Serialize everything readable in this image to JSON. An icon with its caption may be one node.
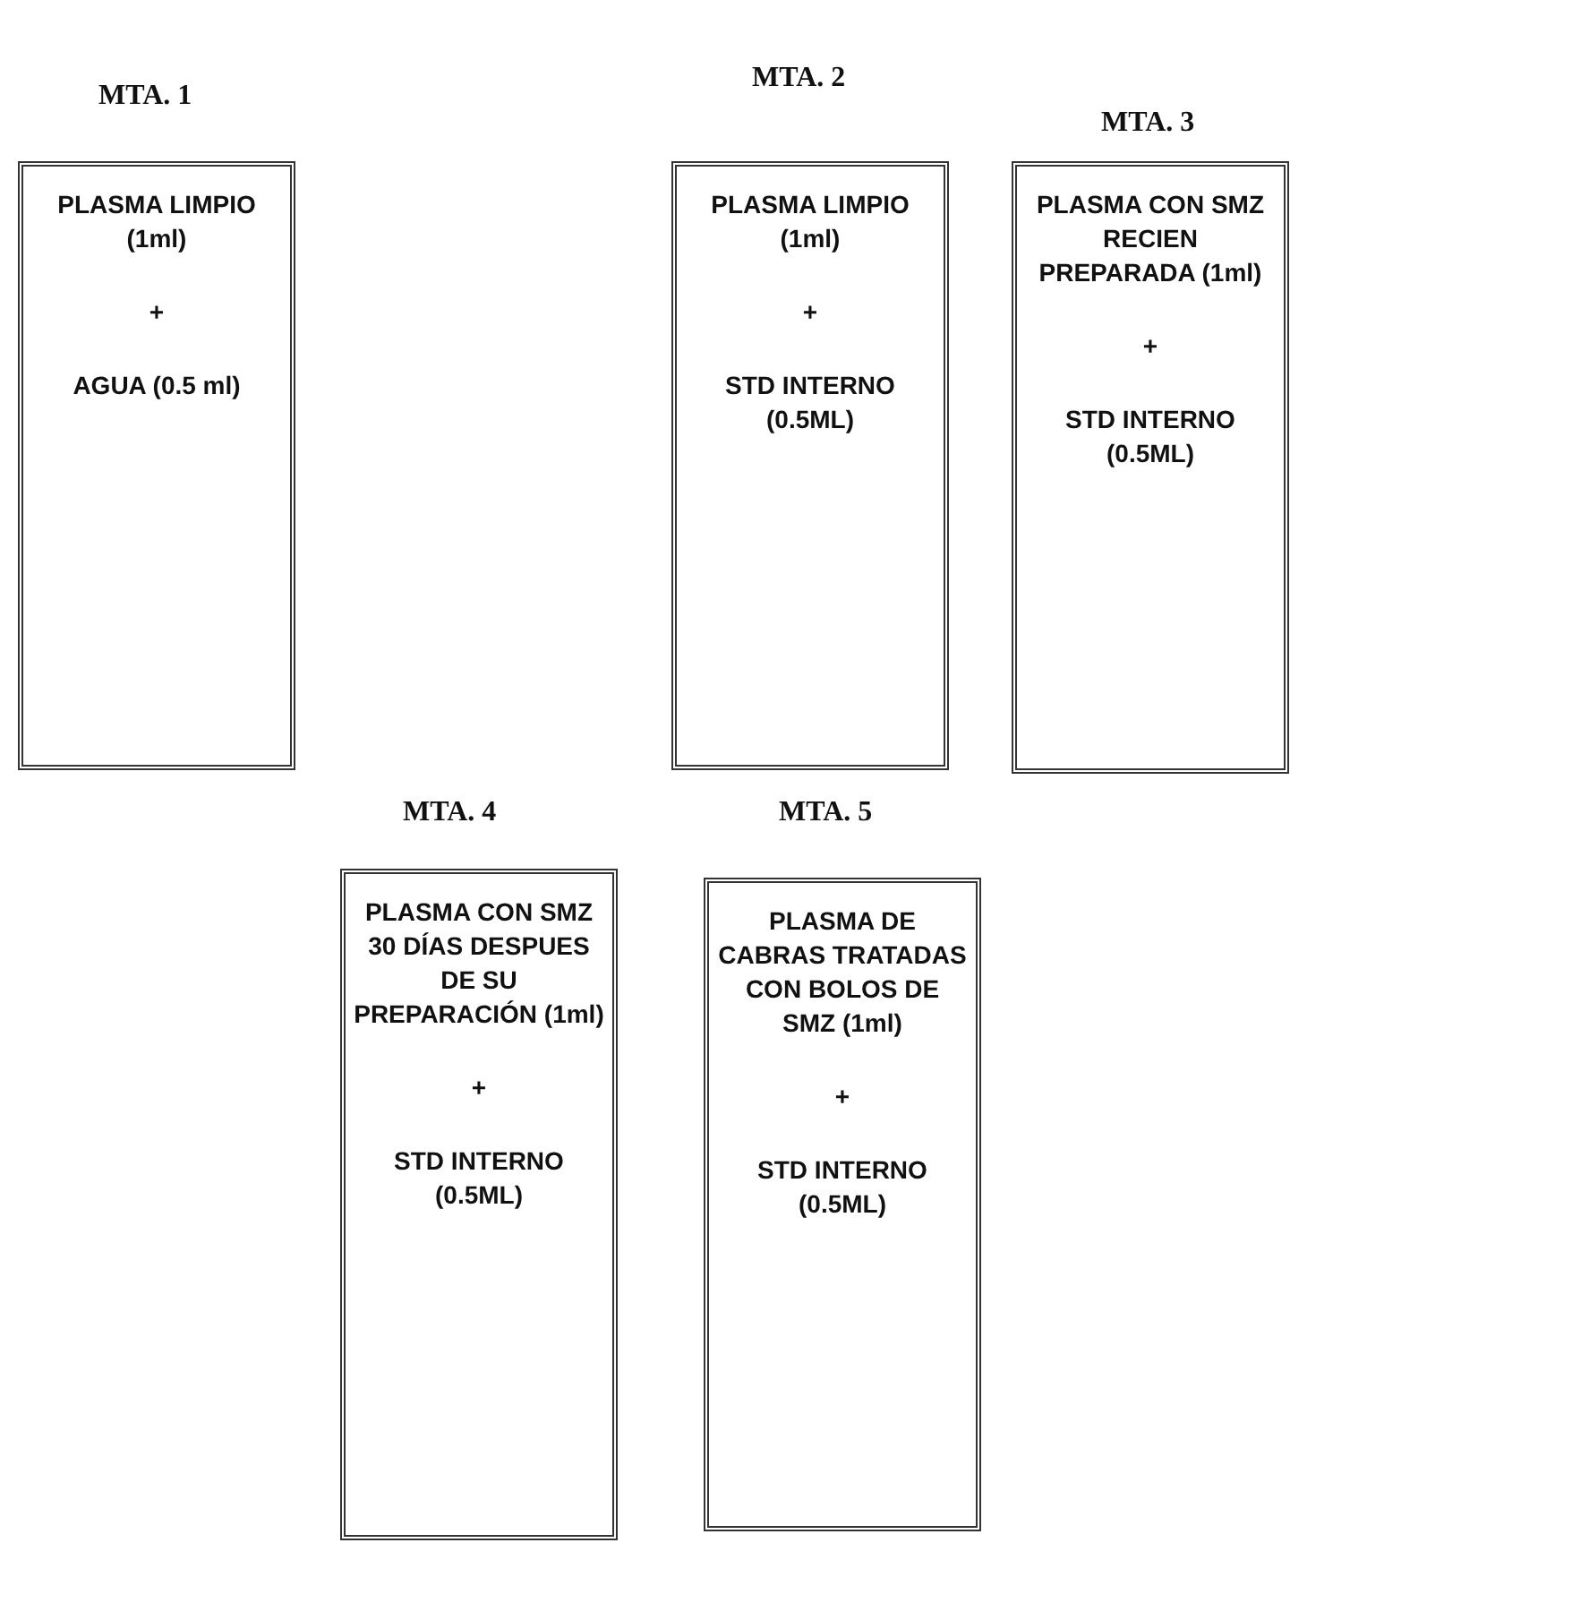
{
  "diagram": {
    "nodes": [
      {
        "text": [
          "MTA. 1",
          "PLASMA LIMPIO (1ml)",
          "+",
          "AGUA (0.5 ml)"
        ]
      },
      {
        "text": [
          "MTA. 2",
          "PLASMA LIMPIO (1ml)",
          "+",
          "STD INTERNO (0.5ML)"
        ]
      },
      {
        "text": [
          "MTA. 3",
          "PLASMA CON SMZ RECIEN PREPARADA (1ml)",
          "+",
          "STD INTERNO (0.5ML)"
        ]
      },
      {
        "text": [
          "MTA. 4",
          "PLASMA CON SMZ 30 DÍAS DESPUES DE SU PREPARACIÓN (1ml)",
          "+",
          "STD INTERNO (0.5ML)"
        ]
      },
      {
        "text": [
          "MTA. 5",
          "PLASMA DE CABRAS TRATADAS CON BOLOS DE SMZ (1ml)",
          "+",
          "STD INTERNO (0.5ML)"
        ]
      }
    ]
  }
}
